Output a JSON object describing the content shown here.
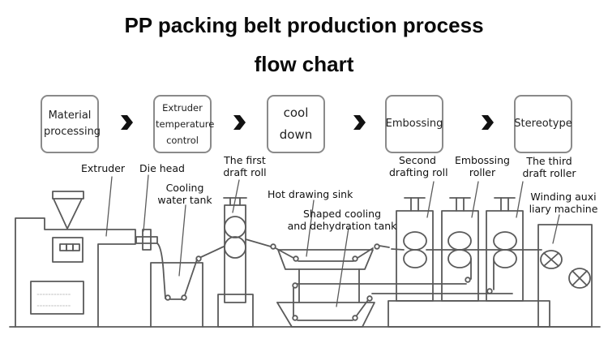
{
  "title": {
    "line1": "PP packing belt production process",
    "line2": "flow chart"
  },
  "steps": [
    {
      "label": "Material processing"
    },
    {
      "label": "Extruder temperature control"
    },
    {
      "label": "cool down"
    },
    {
      "label": "Embossing"
    },
    {
      "label": "Stereotype"
    }
  ],
  "step_arrow_icon": "chevron-right-icon",
  "labels": {
    "extruder": "Extruder",
    "die_head": "Die head",
    "cooling_water_tank_1": "Cooling",
    "cooling_water_tank_2": "water tank",
    "first_draft_roll_1": "The first",
    "first_draft_roll_2": "draft roll",
    "hot_drawing_sink": "Hot drawing sink",
    "shaped_cooling_1": "Shaped cooling",
    "shaped_cooling_2": "and dehydration tank",
    "second_drafting_roll_1": "Second",
    "second_drafting_roll_2": "drafting roll",
    "embossing_roller_1": "Embossing",
    "embossing_roller_2": "roller",
    "third_draft_roller_1": "The third",
    "third_draft_roller_2": "draft roller",
    "winding_machine_1": "Winding auxi",
    "winding_machine_2": "liary machine"
  },
  "colors": {
    "line": "#555555",
    "box_border": "#8a8a8a",
    "text": "#111111"
  }
}
